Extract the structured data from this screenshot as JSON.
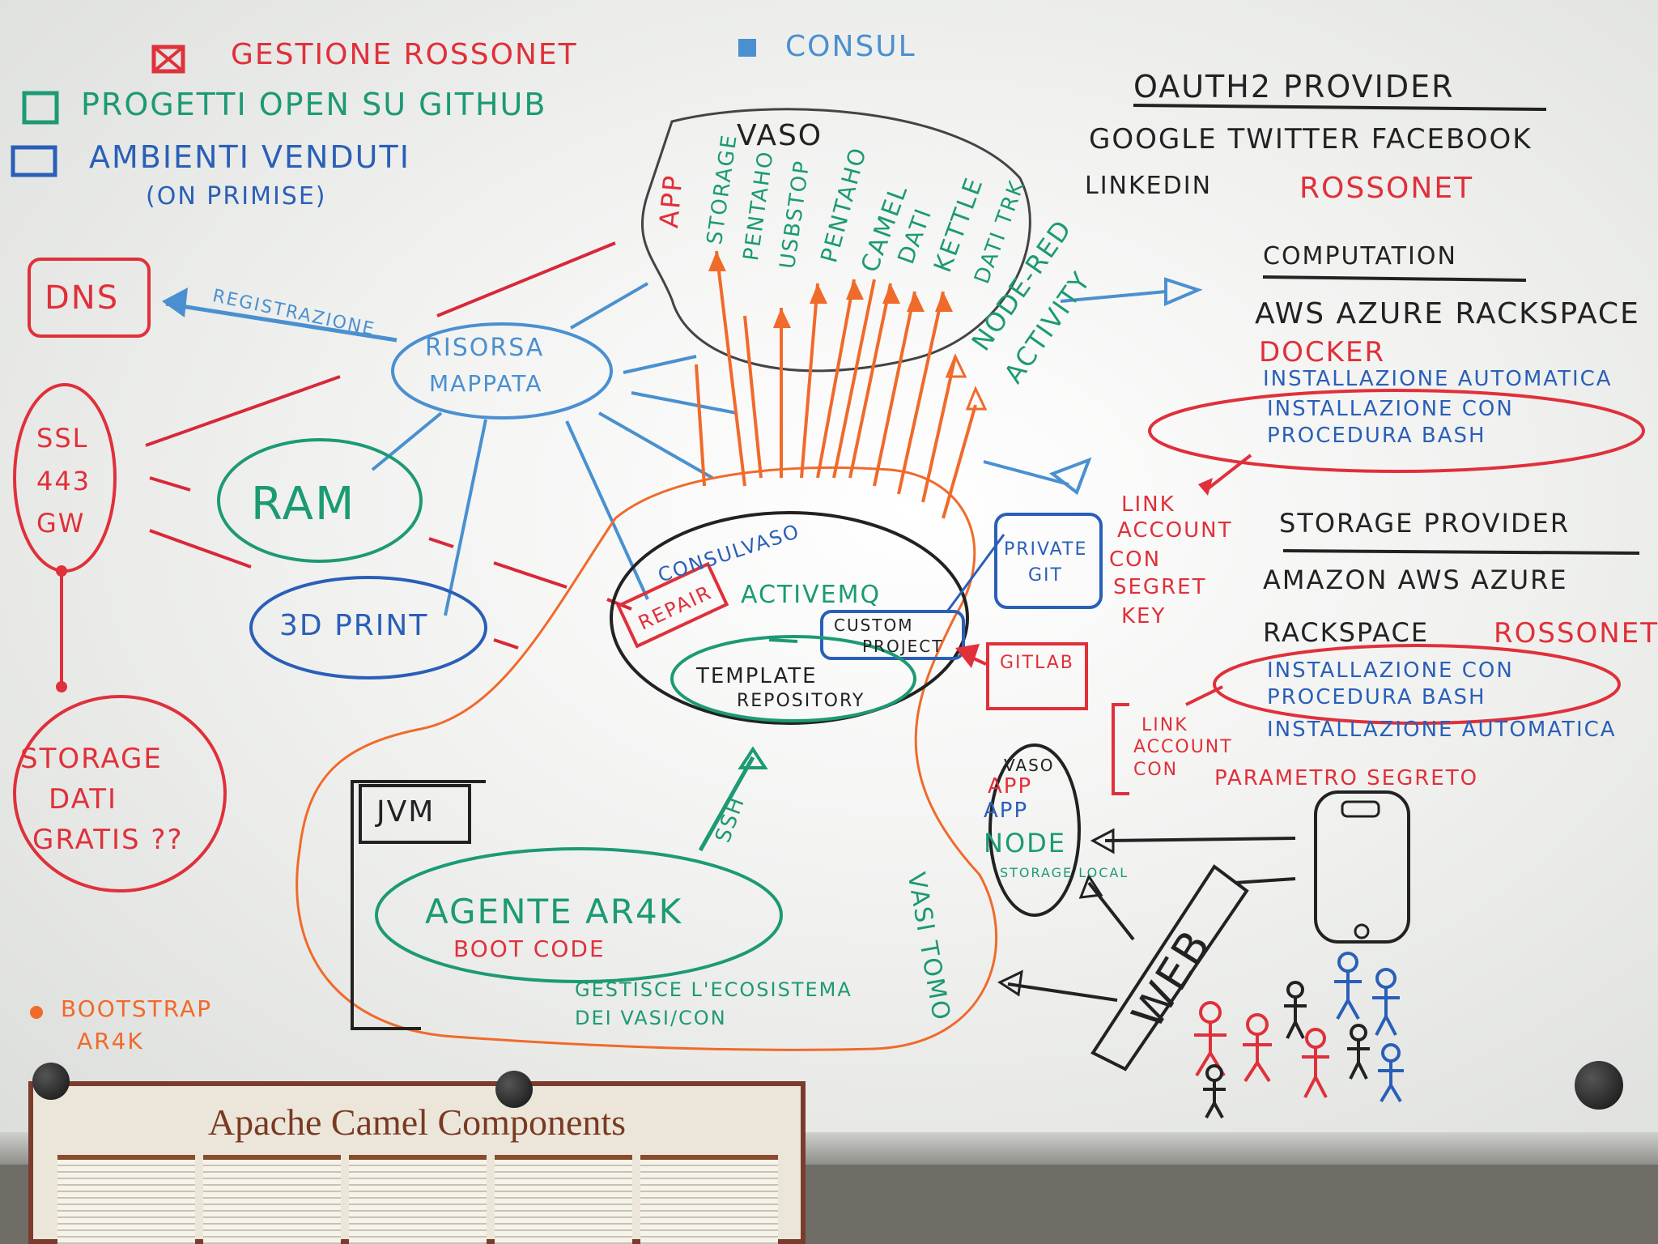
{
  "legend": {
    "item1": "GESTIONE ROSSONET",
    "item2": "PROGETTI OPEN SU GITHUB",
    "item3": "AMBIENTI VENDUTI",
    "item3b": "(ON PRIMISE)",
    "consul": "CONSUL"
  },
  "left": {
    "dns": "DNS",
    "registrazione": "REGISTRAZIONE",
    "ssl": [
      "SSL",
      "443",
      "GW"
    ],
    "storage": [
      "STORAGE",
      "DATI",
      "GRATIS ??"
    ],
    "risorsa": [
      "RISORSA",
      "MAPPATA"
    ],
    "ram": "RAM",
    "print3d": "3D PRINT",
    "bootstrap": [
      "BOOTSTRAP",
      "AR4K"
    ]
  },
  "vaso_top": {
    "title": "VASO",
    "labels": [
      "APP",
      "STORAGE",
      "PENTAHO",
      "USBSTOP",
      "PENTAHO",
      "CAMEL",
      "DATI",
      "KETTLE",
      "DATI TRK"
    ],
    "node_red": "NODE-RED",
    "activity": "ACTIVITY"
  },
  "center": {
    "consulvaso": "CONSULVASO",
    "activemq": "ACTIVEMQ",
    "repair": "REPAIR",
    "custom_project": [
      "CUSTOM",
      "PROJECT"
    ],
    "template": [
      "TEMPLATE",
      "REPOSITORY"
    ],
    "private_git": [
      "PRIVATE",
      "GIT"
    ],
    "gitlab": "GITLAB",
    "ssh": "SSH",
    "jvm": "JVM",
    "agente": "AGENTE AR4K",
    "bootcode": "BOOT CODE",
    "gestisce": [
      "GESTISCE L'ECOSISTEMA",
      "DEI VASI/CON"
    ],
    "vasi_tomo": "VASI TOMO"
  },
  "right": {
    "oauth_title": "OAUTH2 PROVIDER",
    "oauth_row1": "GOOGLE  TWITTER  FACEBOOK",
    "oauth_row2a": "LINKEDIN",
    "oauth_row2b": "ROSSONET",
    "computation_title": "COMPUTATION",
    "computation_row": "AWS  AZURE  RACKSPACE",
    "docker": "DOCKER",
    "install_auto": "INSTALLAZIONE AUTOMATICA",
    "install_bash": [
      "INSTALLAZIONE CON",
      "PROCEDURA BASH"
    ],
    "link_account": [
      "LINK",
      "ACCOUNT",
      "CON",
      "SEGRET",
      "KEY"
    ],
    "storage_title": "STORAGE PROVIDER",
    "storage_row1": "AMAZON AWS AZURE",
    "storage_row2a": "RACKSPACE",
    "storage_row2b": "ROSSONET",
    "storage_bash": [
      "INSTALLAZIONE CON",
      "PROCEDURA BASH"
    ],
    "storage_auto": "INSTALLAZIONE AUTOMATICA",
    "link_account2": [
      "LINK",
      "ACCOUNT",
      "CON"
    ],
    "parametro": "PARAMETRO SEGRETO"
  },
  "bottom_right": {
    "vaso": "VASO",
    "app1": "APP",
    "app2": "APP",
    "node": "NODE",
    "storage": "STORAGE LOCAL",
    "web": "WEB"
  },
  "poster": {
    "title": "Apache Camel Components"
  }
}
